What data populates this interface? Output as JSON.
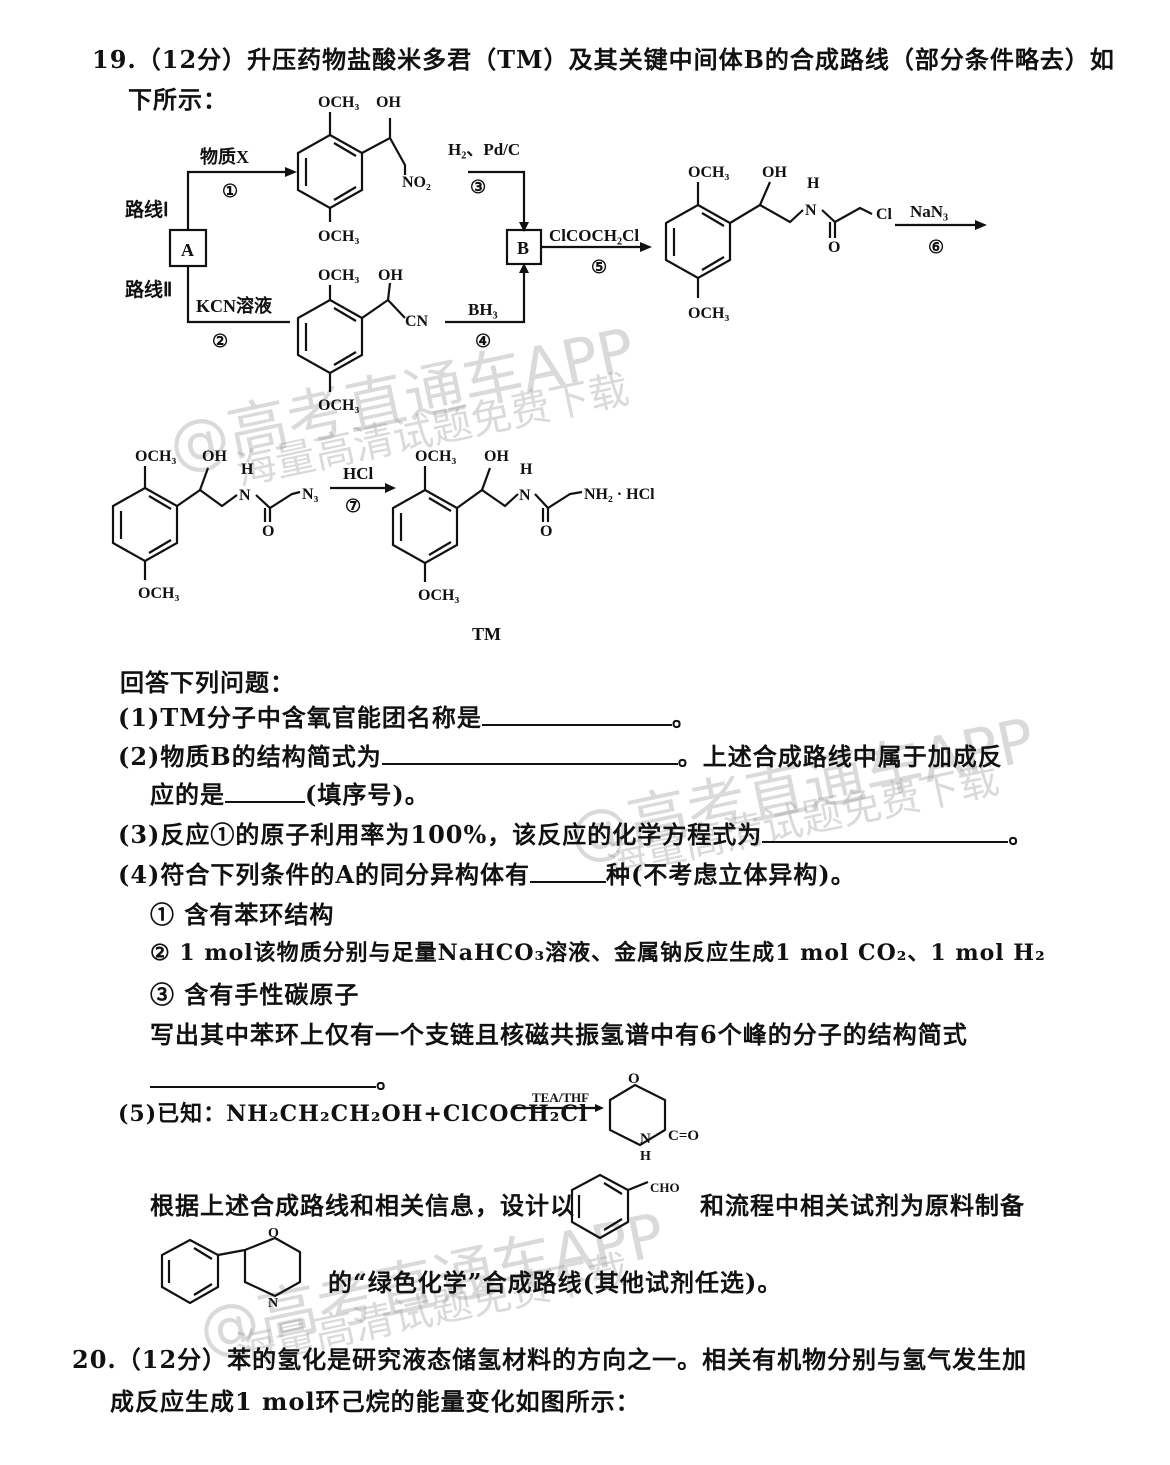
{
  "q19": {
    "header": "19.（12分）升压药物盐酸米多君（TM）及其关键中间体B的合成路线（部分条件略去）如",
    "header_cont": "下所示：",
    "labels": {
      "route1": "路线Ⅰ",
      "route2": "路线Ⅱ",
      "A": "A",
      "B": "B",
      "reagent_x": "物质X",
      "step1": "①",
      "reagent_kcn": "KCN溶液",
      "step2": "②",
      "reagent_h2": "H₂、Pd/C",
      "step3": "③",
      "reagent_bh3": "BH₃",
      "step4": "④",
      "reagent_clcoch2cl": "ClCOCH₂Cl",
      "step5": "⑤",
      "reagent_nan3": "NaN₃",
      "step6": "⑥",
      "reagent_hcl": "HCl",
      "step7": "⑦",
      "ome": "OCH₃",
      "oh": "OH",
      "no2": "NO₂",
      "cn": "CN",
      "h": "H",
      "n": "N",
      "o": "O",
      "cl": "Cl",
      "n3": "N₃",
      "nh2hcl": "NH₂ · HCl",
      "tm": "TM"
    },
    "prompt": "回答下列问题：",
    "p1": "(1)TM分子中含氧官能团名称是",
    "p1_end": "。",
    "p2a": "(2)物质B的结构简式为",
    "p2b": "。上述合成路线中属于加成反",
    "p2c": "应的是",
    "p2d": "(填序号)。",
    "p3a": "(3)反应①的原子利用率为100%，该反应的化学方程式为",
    "p3_end": "。",
    "p4a": "(4)符合下列条件的A的同分异构体有",
    "p4b": "种(不考虑立体异构)。",
    "c1": "① 含有苯环结构",
    "c2": "② 1 mol该物质分别与足量NaHCO₃溶液、金属钠反应生成1 mol CO₂、1 mol H₂",
    "c3": "③ 含有手性碳原子",
    "p4c": "写出其中苯环上仅有一个支链且核磁共振氢谱中有6个峰的分子的结构简式",
    "p4_end": "。",
    "p5a": "(5)已知：NH₂CH₂CH₂OH+ClCOCH₂Cl",
    "tea": "TEA/THF",
    "p5_o": "O",
    "p5_nh": "NH",
    "p5_n": "N",
    "p5_h": "H",
    "p5_co": "C=O",
    "p5b": "根据上述合成路线和相关信息，设计以",
    "cho": "CHO",
    "p5c": "和流程中相关试剂为原料制备",
    "p5d": "的“绿色化学”合成路线(其他试剂任选)。"
  },
  "q20": {
    "line1": "20.（12分）苯的氢化是研究液态储氢材料的方向之一。相关有机物分别与氢气发生加",
    "line2": "成反应生成1 mol环己烷的能量变化如图所示："
  },
  "watermarks": {
    "w1": "@高考直通车APP",
    "w2": "海量高清试题免费下载"
  }
}
